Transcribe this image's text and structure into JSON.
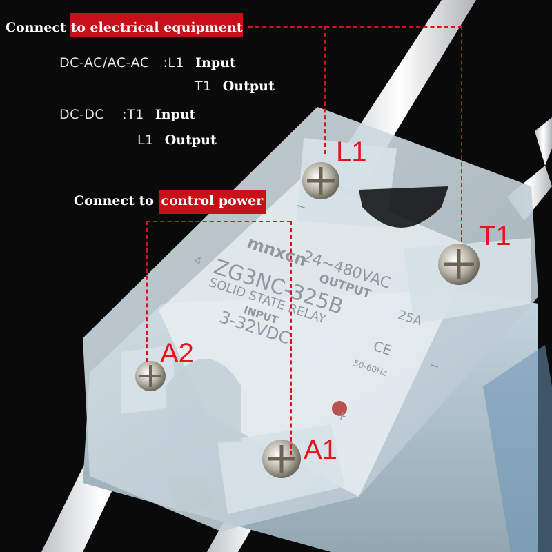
{
  "headings": {
    "electrical": {
      "pre": "Connect ",
      "hl": "to electrical equipment"
    },
    "control": {
      "pre": "Connect to ",
      "hl": "control power"
    }
  },
  "modes": [
    {
      "mode": "DC-AC/AC-AC",
      "sep": ":",
      "rows": [
        {
          "terminal": "L1",
          "role": "Input"
        },
        {
          "terminal": "T1",
          "role": "Output"
        }
      ]
    },
    {
      "mode": "DC-DC",
      "sep": ":",
      "rows": [
        {
          "terminal": "T1",
          "role": "Input"
        },
        {
          "terminal": "L1",
          "role": "Output"
        }
      ]
    }
  ],
  "terminals": {
    "l1": "L1",
    "t1": "T1",
    "a2": "A2",
    "a1": "A1"
  },
  "relay": {
    "brand": "mnxcn",
    "model": "ZG3NC-325B",
    "type": "SOLID STATE RELAY",
    "output_label": "OUTPUT",
    "output_voltage": "24~480VAC",
    "current": "25A",
    "input_label": "INPUT",
    "input_voltage": "3-32VDC",
    "frequency": "50-60Hz",
    "ce_mark": "CE",
    "sign_minus": "−",
    "sign_plus": "+",
    "pin_4": "4"
  },
  "colors": {
    "accent_red": "#c8101a",
    "terminal_label": "#e8141b",
    "background": "#0a0a0a"
  }
}
